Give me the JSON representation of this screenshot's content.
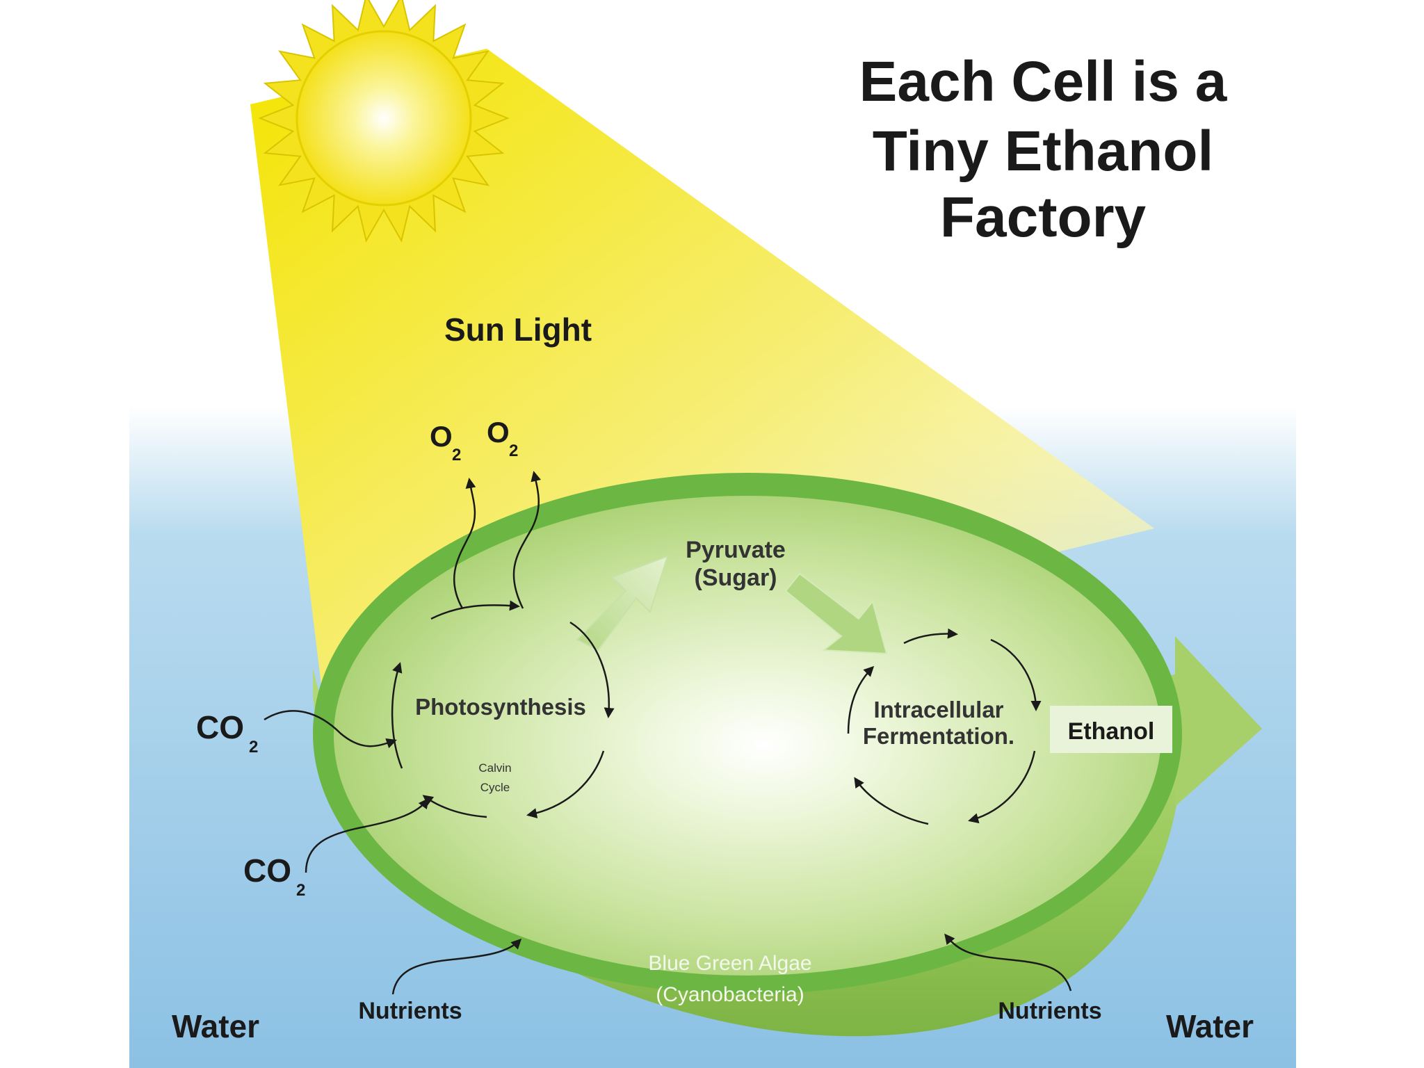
{
  "title": {
    "line1": "Each Cell is a",
    "line2": "Tiny Ethanol",
    "line3": "Factory"
  },
  "labels": {
    "sun_light": "Sun Light",
    "o2_left": "O",
    "o2_right": "O",
    "o2_sub": "2",
    "pyruvate": "Pyruvate",
    "sugar": "(Sugar)",
    "photosynthesis": "Photosynthesis",
    "calvin": "Calvin",
    "cycle": "Cycle",
    "intracellular": "Intracellular",
    "fermentation": "Fermentation.",
    "ethanol": "Ethanol",
    "co2_upper": "CO",
    "co2_lower": "CO",
    "co2_sub": "2",
    "algae_line1": "Blue Green Algae",
    "algae_line2": "(Cyanobacteria)",
    "nutrients_left": "Nutrients",
    "nutrients_right": "Nutrients",
    "water_left": "Water",
    "water_right": "Water"
  },
  "colors": {
    "sky_top": "#ffffff",
    "water": "#8fc4e6",
    "sun": "#f7ea26",
    "cell_rim": "#6cb744",
    "cell_body": "#a8d06a",
    "text": "#1a1a1a"
  }
}
